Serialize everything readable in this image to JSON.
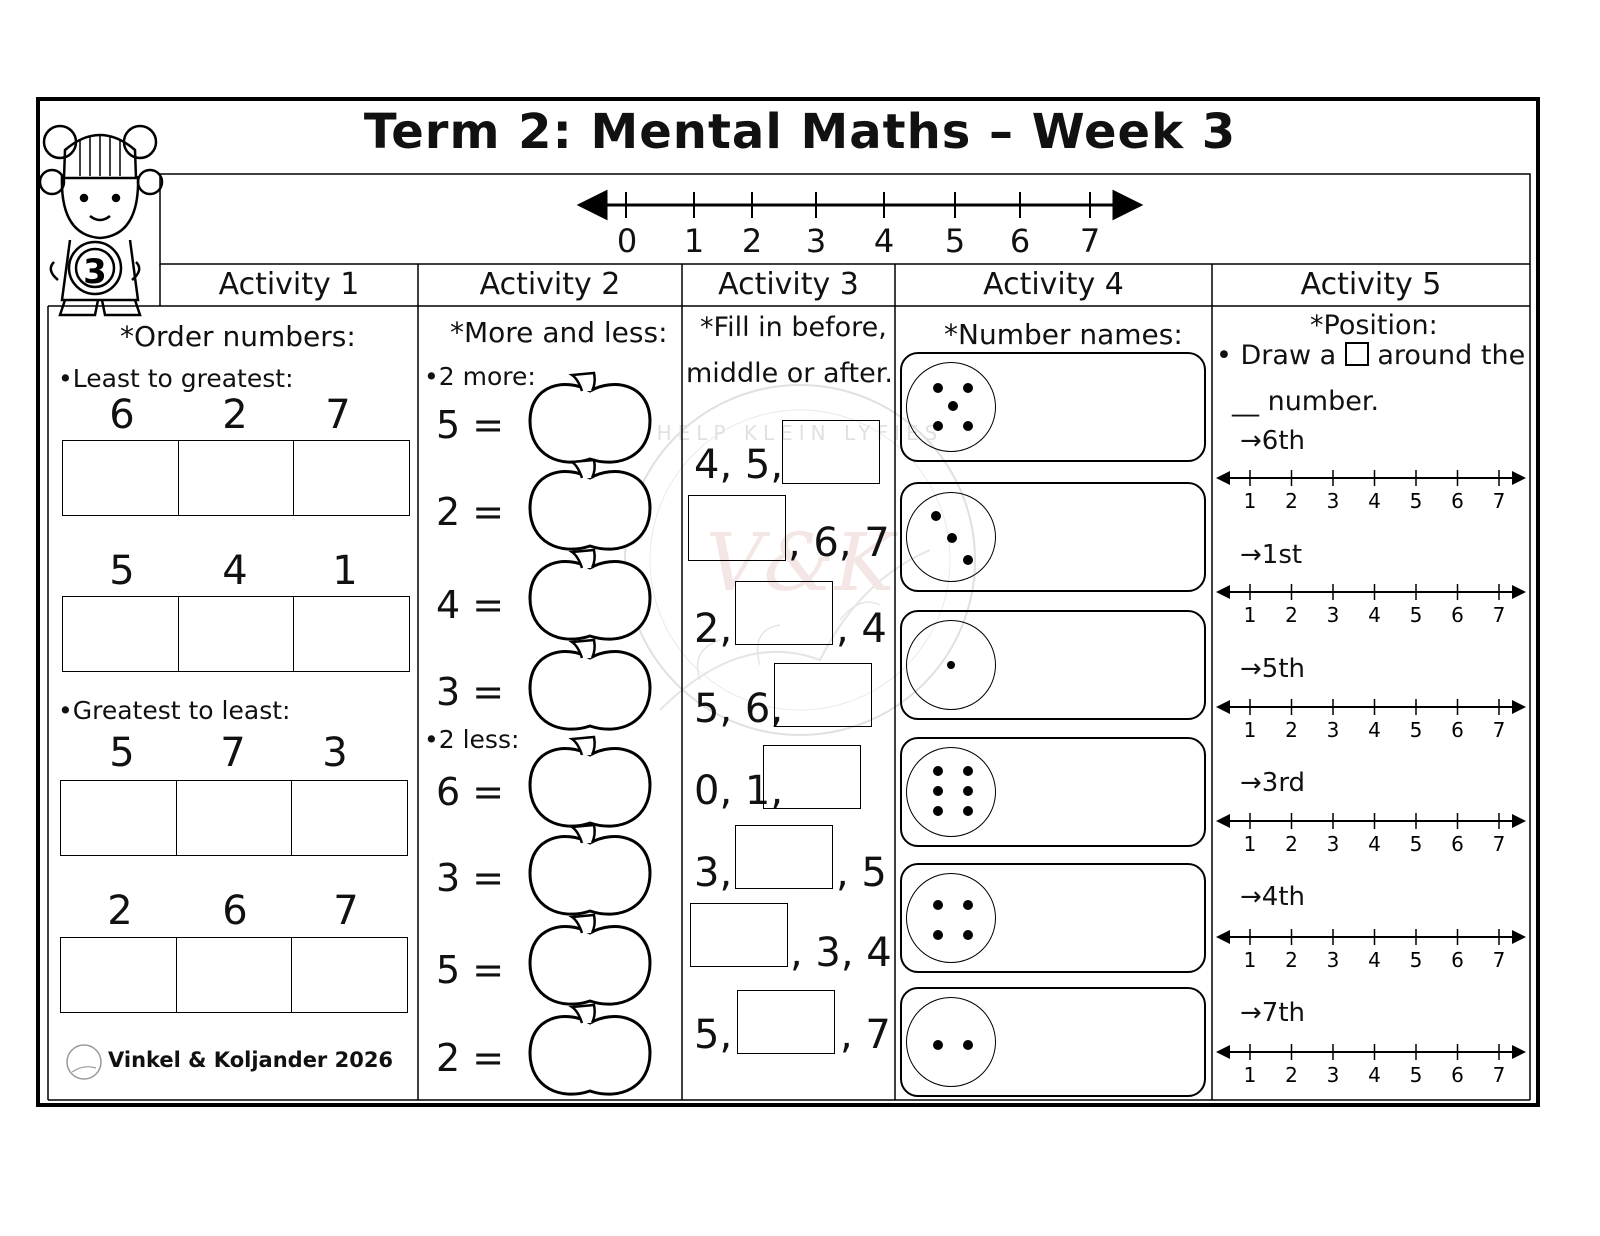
{
  "title": "Term 2: Mental Maths – Week 3",
  "top_number_line": [
    "0",
    "1",
    "2",
    "3",
    "4",
    "5",
    "6",
    "7"
  ],
  "activities": [
    "Activity 1",
    "Activity 2",
    "Activity 3",
    "Activity 4",
    "Activity 5"
  ],
  "activity1": {
    "heading": "*Order numbers:",
    "least_label": "Least to greatest:",
    "greatest_label": "Greatest to least:",
    "sets": [
      [
        "6",
        "2",
        "7"
      ],
      [
        "5",
        "4",
        "1"
      ],
      [
        "5",
        "7",
        "3"
      ],
      [
        "2",
        "6",
        "7"
      ]
    ]
  },
  "activity2": {
    "heading": "*More and less:",
    "more_label": "2 more:",
    "less_label": "2 less:",
    "equations": [
      "5 =",
      "2 =",
      "4 =",
      "3 =",
      "6 =",
      "3 =",
      "5 =",
      "2 ="
    ]
  },
  "activity3": {
    "heading_line1": "*Fill in before,",
    "heading_line2": "middle or after.",
    "sequences": [
      {
        "before": "4, 5,",
        "after": ""
      },
      {
        "before": "",
        "after": ", 6, 7"
      },
      {
        "before": "2,",
        "after": ", 4"
      },
      {
        "before": "5, 6,",
        "after": ""
      },
      {
        "before": "0, 1,",
        "after": ""
      },
      {
        "before": "3,",
        "after": ", 5"
      },
      {
        "before": "",
        "after": ", 3, 4"
      },
      {
        "before": "5,",
        "after": ", 7"
      }
    ]
  },
  "activity4": {
    "heading": "*Number names:",
    "dot_counts": [
      5,
      3,
      1,
      6,
      4,
      2
    ]
  },
  "activity5": {
    "heading": "*Position:",
    "instruction_a": "Draw a",
    "instruction_b": "around the",
    "instruction_c": "__ number.",
    "positions": [
      "→6th",
      "→1st",
      "→5th",
      "→3rd",
      "→4th",
      "→7th"
    ],
    "line_numbers": [
      "1",
      "2",
      "3",
      "4",
      "5",
      "6",
      "7"
    ]
  },
  "footer": "Vinkel & Koljander 2026",
  "badge_number": "3",
  "watermark_text": "HELP KLEIN LYFIES",
  "watermark_logo": "V&K"
}
